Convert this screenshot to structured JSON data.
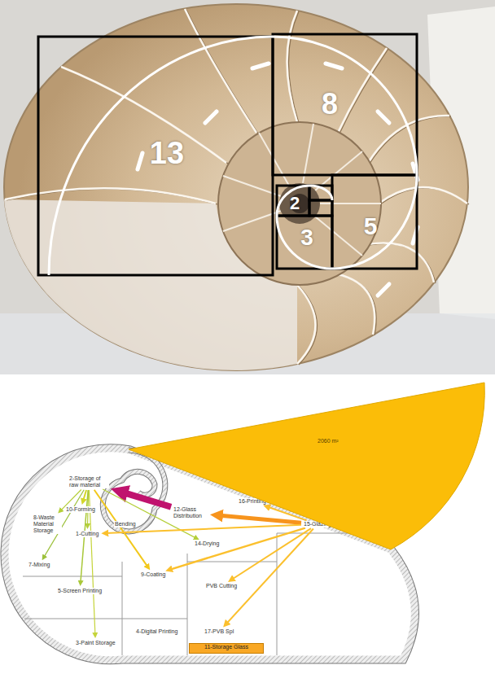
{
  "diagram": {
    "nodes": [
      {
        "text": [
          "2-Storage of raw material"
        ]
      },
      {
        "text": [
          "8-Waste Material Storage"
        ]
      },
      {
        "text": [
          "10-Forming"
        ]
      },
      {
        "text": [
          "1-Cutting"
        ]
      },
      {
        "text": [
          "Bending"
        ]
      },
      {
        "text": [
          "12-Glass Distribution"
        ]
      },
      {
        "text": [
          "14-Drying"
        ]
      },
      {
        "text": [
          "7-Mixing"
        ]
      },
      {
        "text": [
          "5-Screen Printing"
        ]
      },
      {
        "text": [
          "9-Coating"
        ]
      },
      {
        "text": [
          "PVB Cutting"
        ]
      },
      {
        "text": [
          "16-Printing"
        ]
      },
      {
        "text": [
          "15-Glazing"
        ]
      },
      {
        "text": [
          "3-Paint Storage"
        ]
      },
      {
        "text": [
          "4-Digital Printing"
        ]
      },
      {
        "text": [
          "17-PVB Spl"
        ]
      },
      {
        "text": [
          "11-Storage Glass"
        ]
      },
      {
        "text": [
          "2060 m²"
        ]
      }
    ],
    "edges": [
      {
        "from": 12,
        "to": 5,
        "arrow": "to"
      },
      {
        "from": 5,
        "to": 0,
        "arrow": "to"
      },
      {
        "from": 0,
        "to": 1,
        "arrow": "to"
      },
      {
        "from": 0,
        "to": 7,
        "arrow": "to"
      },
      {
        "from": 0,
        "to": 2,
        "arrow": "to"
      },
      {
        "from": 0,
        "to": 3,
        "arrow": "to"
      },
      {
        "from": 0,
        "to": 8,
        "arrow": "to"
      },
      {
        "from": 0,
        "to": 9,
        "arrow": "to"
      },
      {
        "from": 0,
        "to": 6,
        "arrow": "to"
      },
      {
        "from": 0,
        "to": 13,
        "arrow": "to"
      },
      {
        "from": 12,
        "to": 9,
        "arrow": "to"
      },
      {
        "from": 12,
        "to": 3,
        "arrow": "to"
      },
      {
        "from": 12,
        "to": 15,
        "arrow": "to"
      },
      {
        "from": 12,
        "to": 11,
        "arrow": "to"
      },
      {
        "from": 12,
        "to": 10,
        "arrow": "to"
      }
    ],
    "labels": [
      "13",
      "8",
      "5",
      "3",
      "2"
    ]
  }
}
